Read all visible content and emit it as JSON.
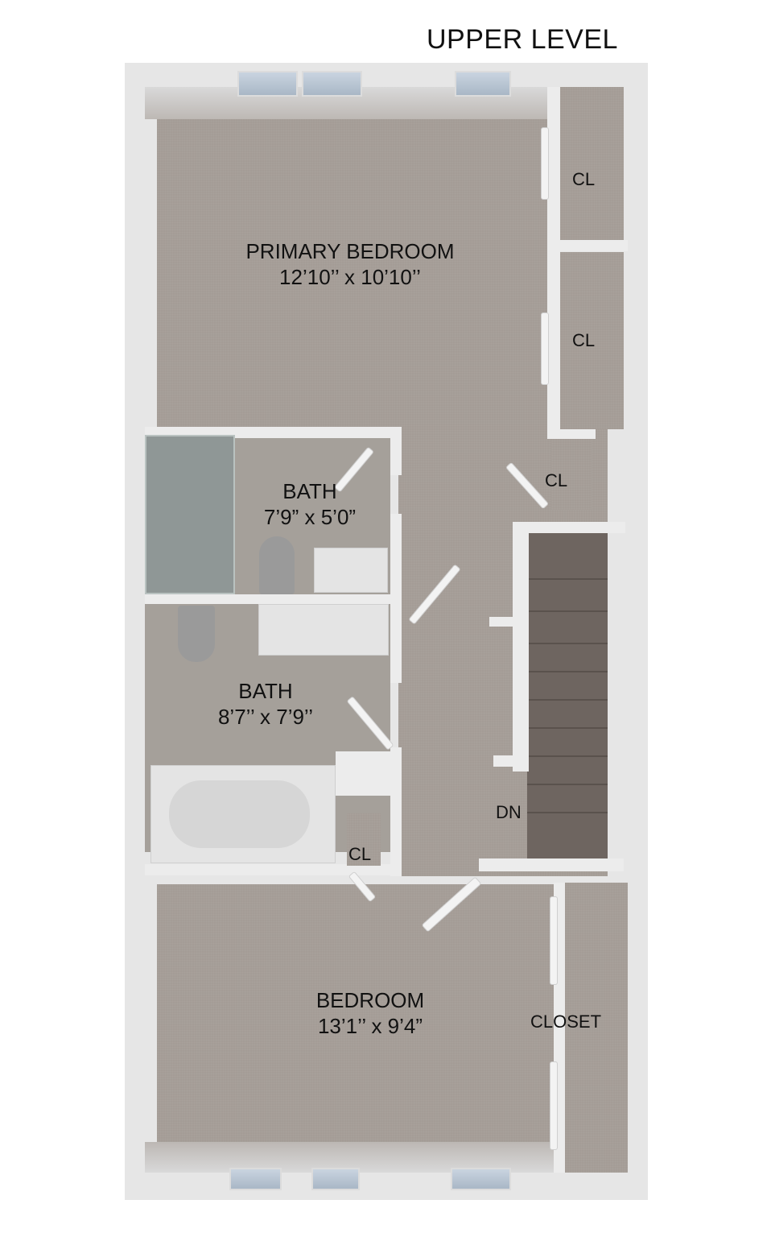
{
  "title": "UPPER LEVEL",
  "rooms": {
    "primary_bedroom": {
      "name": "PRIMARY BEDROOM",
      "size": "12’10’’ x 10’10’’"
    },
    "bath1": {
      "name": "BATH",
      "size": "7’9” x 5’0”"
    },
    "bath2": {
      "name": "BATH",
      "size": "8’7’’ x 7’9’’"
    },
    "bedroom": {
      "name": "BEDROOM",
      "size": "13’1’’ x 9’4”"
    },
    "closet_large": {
      "name": "CLOSET"
    },
    "closet_1": {
      "name": "CL"
    },
    "closet_2": {
      "name": "CL"
    },
    "closet_3": {
      "name": "CL"
    },
    "closet_4": {
      "name": "CL"
    }
  },
  "stairs": {
    "label": "DN"
  },
  "colors": {
    "floor": "#a49c96",
    "wall": "#ececec",
    "window": "#b8c4d2",
    "stairs": "#6e6560"
  }
}
